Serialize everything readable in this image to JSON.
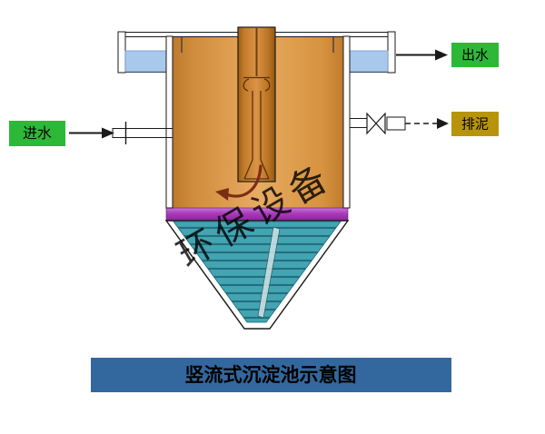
{
  "diagram": {
    "title": "竖流式沉淀池示意图",
    "watermark": "环保设备",
    "labels": {
      "inlet": "进水",
      "outlet": "出水",
      "sludge": "排泥"
    },
    "colors": {
      "inlet_outlet_box_green": "#2eb838",
      "sludge_box_olive": "#b8940b",
      "title_banner_blue": "#33689e",
      "tank_body_orange": "#dd9a4a",
      "center_pipe_orange": "#c07c28",
      "separator_band_purple": "#a93ab8",
      "settled_water_teal": "#43a4b2",
      "launder_water_blue": "#a9c9ec",
      "flow_arrow_maroon": "#7c2d16"
    }
  }
}
